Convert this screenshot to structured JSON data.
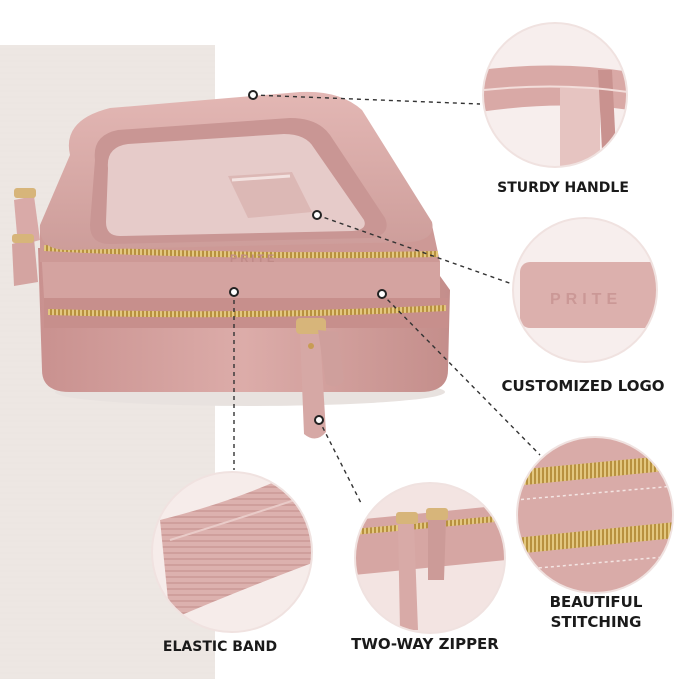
{
  "product": {
    "logo_text": "PRITE"
  },
  "features": {
    "handle": "STURDY HANDLE",
    "logo": "CUSTOMIZED LOGO",
    "stitching_line1": "BEAUTIFUL",
    "stitching_line2": "STITCHING",
    "elastic": "ELASTIC BAND",
    "zipper": "TWO-WAY ZIPPER"
  },
  "colors": {
    "bag": "#d9aaa8",
    "bag_dark": "#c69390",
    "zipper_gold": "#c9a45a",
    "circle_bg": "#f6ecea",
    "backdrop": "#eeeae6",
    "text": "#1a1a1a"
  }
}
